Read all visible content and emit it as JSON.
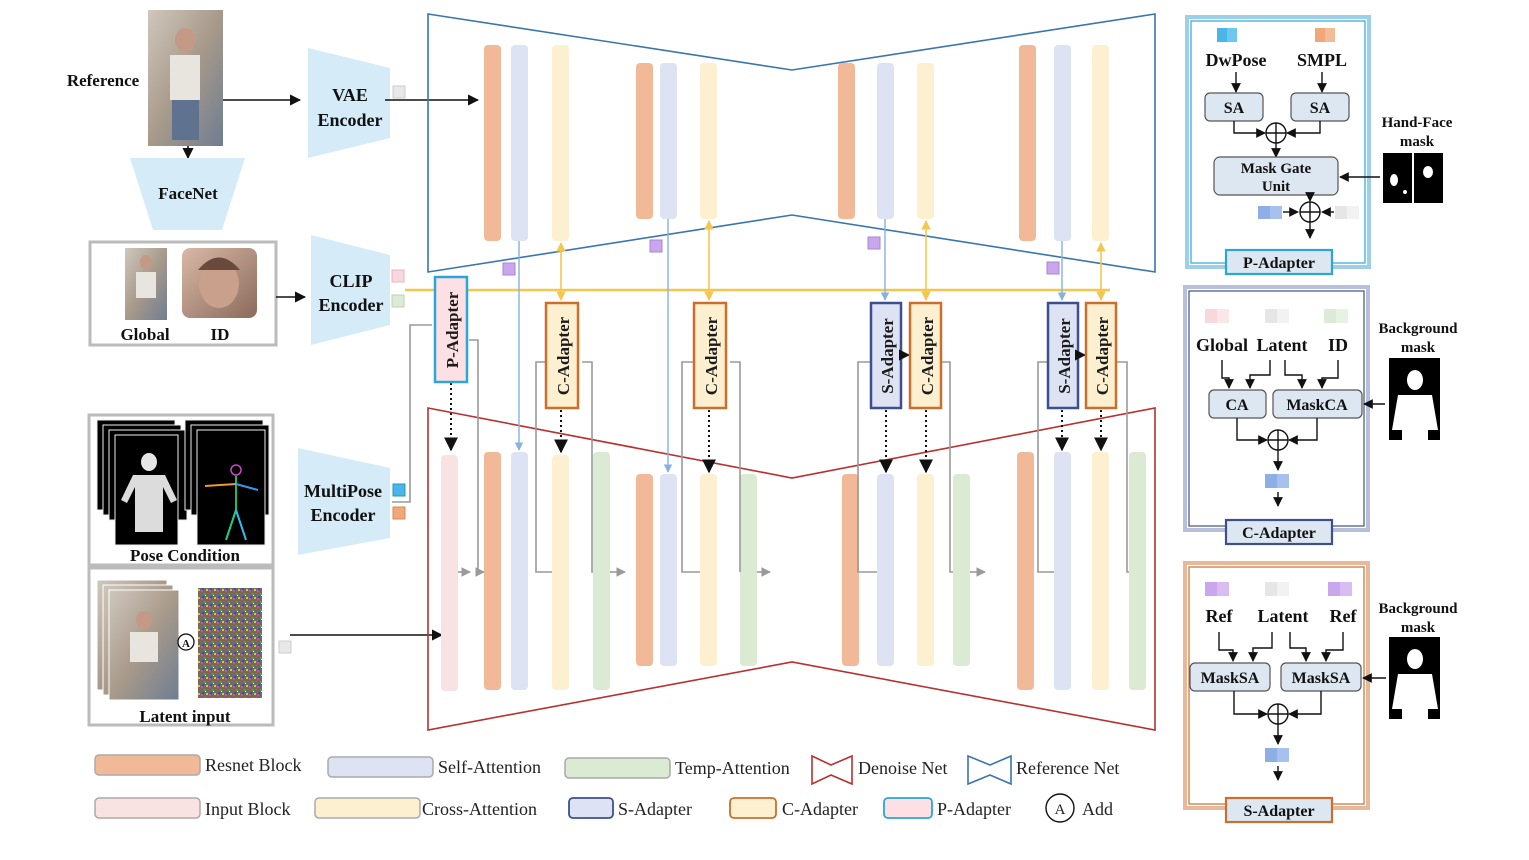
{
  "colors": {
    "resnet": "#f2b998",
    "self_attention": "#dde3f3",
    "temp_attention": "#dbead3",
    "input_block": "#f8e2e2",
    "cross_attention": "#fdf0d0",
    "s_adapter_border": "#3d4f8f",
    "c_adapter_border": "#cc6e2c",
    "p_adapter_border": "#2aa7d8",
    "denoise_net": "#b83030",
    "reference_net": "#3a75b0",
    "encoder_fill": "#d5ecf8",
    "yellow_line": "#f5c64d",
    "blue_line": "#85b2e0"
  },
  "inputs": {
    "reference": "Reference",
    "facenet": "FaceNet",
    "global": "Global",
    "id": "ID",
    "pose_condition": "Pose Condition",
    "latent_input": "Latent input",
    "add_symbol": "A"
  },
  "encoders": {
    "vae_line1": "VAE",
    "vae_line2": "Encoder",
    "clip_line1": "CLIP",
    "clip_line2": "Encoder",
    "multipose_line1": "MultiPose",
    "multipose_line2": "Encoder"
  },
  "adapters": {
    "p": "P-Adapter",
    "c": "C-Adapter",
    "s": "S-Adapter"
  },
  "p_panel": {
    "dwpose": "DwPose",
    "smpl": "SMPL",
    "sa": "SA",
    "mask_gate_line1": "Mask Gate",
    "mask_gate_line2": "Unit",
    "mask_label_line1": "Hand-Face",
    "mask_label_line2": "mask",
    "title": "P-Adapter"
  },
  "c_panel": {
    "global": "Global",
    "latent": "Latent",
    "id": "ID",
    "ca": "CA",
    "maskca": "MaskCA",
    "mask_label_line1": "Background",
    "mask_label_line2": "mask",
    "title": "C-Adapter"
  },
  "s_panel": {
    "ref": "Ref",
    "latent": "Latent",
    "maskSA": "MaskSA",
    "mask_label_line1": "Background",
    "mask_label_line2": "mask",
    "title": "S-Adapter"
  },
  "legend": {
    "resnet": "Resnet Block",
    "self_attention": "Self-Attention",
    "temp_attention": "Temp-Attention",
    "denoise": "Denoise Net",
    "reference": "Reference Net",
    "input_block": "Input Block",
    "cross_attention": "Cross-Attention",
    "s_adapter": "S-Adapter",
    "c_adapter": "C-Adapter",
    "p_adapter": "P-Adapter",
    "add": "Add",
    "add_symbol": "A"
  }
}
